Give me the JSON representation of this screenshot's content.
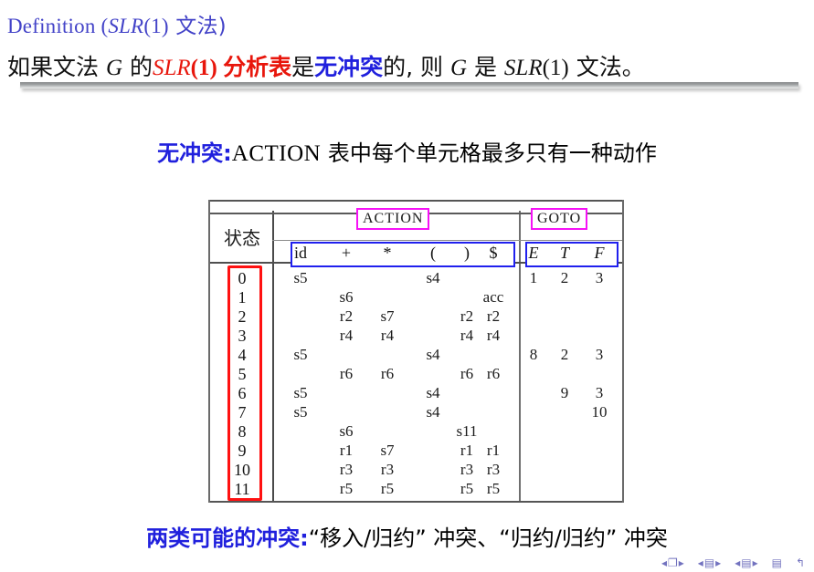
{
  "definition": {
    "title_prefix": "Definition (",
    "title_math": "SLR",
    "title_paren": "(1)",
    "title_cjk": " 文法)",
    "body_seg1": "如果文法 ",
    "body_math_g1": "G",
    "body_seg2": " 的",
    "body_red_math": "SLR",
    "body_red_paren": "(1) ",
    "body_red_cjk": "分析表",
    "body_seg3": "是",
    "body_blue_cjk": "无冲突",
    "body_seg4": "的, 则 ",
    "body_math_g2": "G",
    "body_seg5": " 是 ",
    "body_math_slr2": "SLR",
    "body_paren2": "(1)",
    "body_seg6": " 文法。"
  },
  "no_conflict_line": {
    "label": "无冲突:",
    "smallcaps": "ACTION",
    "text": " 表中每个单元格最多只有一种动作"
  },
  "parse_table": {
    "state_header": "状态",
    "group_headers": {
      "action": "ACTION",
      "goto": "GOTO"
    },
    "action_columns": [
      "id",
      "+",
      "*",
      "(",
      ")",
      "$"
    ],
    "goto_columns": [
      "E",
      "T",
      "F"
    ],
    "states": [
      "0",
      "1",
      "2",
      "3",
      "4",
      "5",
      "6",
      "7",
      "8",
      "9",
      "10",
      "11"
    ],
    "action_rows": [
      [
        "s5",
        "",
        "",
        "s4",
        "",
        ""
      ],
      [
        "",
        "s6",
        "",
        "",
        "",
        "acc"
      ],
      [
        "",
        "r2",
        "s7",
        "",
        "r2",
        "r2"
      ],
      [
        "",
        "r4",
        "r4",
        "",
        "r4",
        "r4"
      ],
      [
        "s5",
        "",
        "",
        "s4",
        "",
        ""
      ],
      [
        "",
        "r6",
        "r6",
        "",
        "r6",
        "r6"
      ],
      [
        "s5",
        "",
        "",
        "s4",
        "",
        ""
      ],
      [
        "s5",
        "",
        "",
        "s4",
        "",
        ""
      ],
      [
        "",
        "s6",
        "",
        "",
        "s11",
        ""
      ],
      [
        "",
        "r1",
        "s7",
        "",
        "r1",
        "r1"
      ],
      [
        "",
        "r3",
        "r3",
        "",
        "r3",
        "r3"
      ],
      [
        "",
        "r5",
        "r5",
        "",
        "r5",
        "r5"
      ]
    ],
    "goto_rows": [
      [
        "1",
        "2",
        "3"
      ],
      [
        "",
        "",
        ""
      ],
      [
        "",
        "",
        ""
      ],
      [
        "",
        "",
        ""
      ],
      [
        "8",
        "2",
        "3"
      ],
      [
        "",
        "",
        ""
      ],
      [
        "",
        "9",
        "3"
      ],
      [
        "",
        "",
        "10"
      ],
      [
        "",
        "",
        ""
      ],
      [
        "",
        "",
        ""
      ],
      [
        "",
        "",
        ""
      ],
      [
        "",
        "",
        ""
      ]
    ],
    "highlights": [
      {
        "cell": "acc",
        "row": 1,
        "col": 5,
        "area": "action"
      },
      {
        "cell": "s7",
        "row": 2,
        "col": 2,
        "area": "action"
      },
      {
        "cell": "r6",
        "row": 5,
        "col": 4,
        "area": "action"
      },
      {
        "cell": "2",
        "row": 4,
        "col": 1,
        "area": "goto"
      }
    ],
    "colors": {
      "state_box": "#ff1111",
      "group_head_box": "#f612f6",
      "col_head_box": "#2020ee",
      "cell_highlight": "#f58220"
    }
  },
  "conflict_line": {
    "label": "两类可能的冲突:",
    "text": "“移入/归约” 冲突、“归约/归约” 冲突"
  }
}
